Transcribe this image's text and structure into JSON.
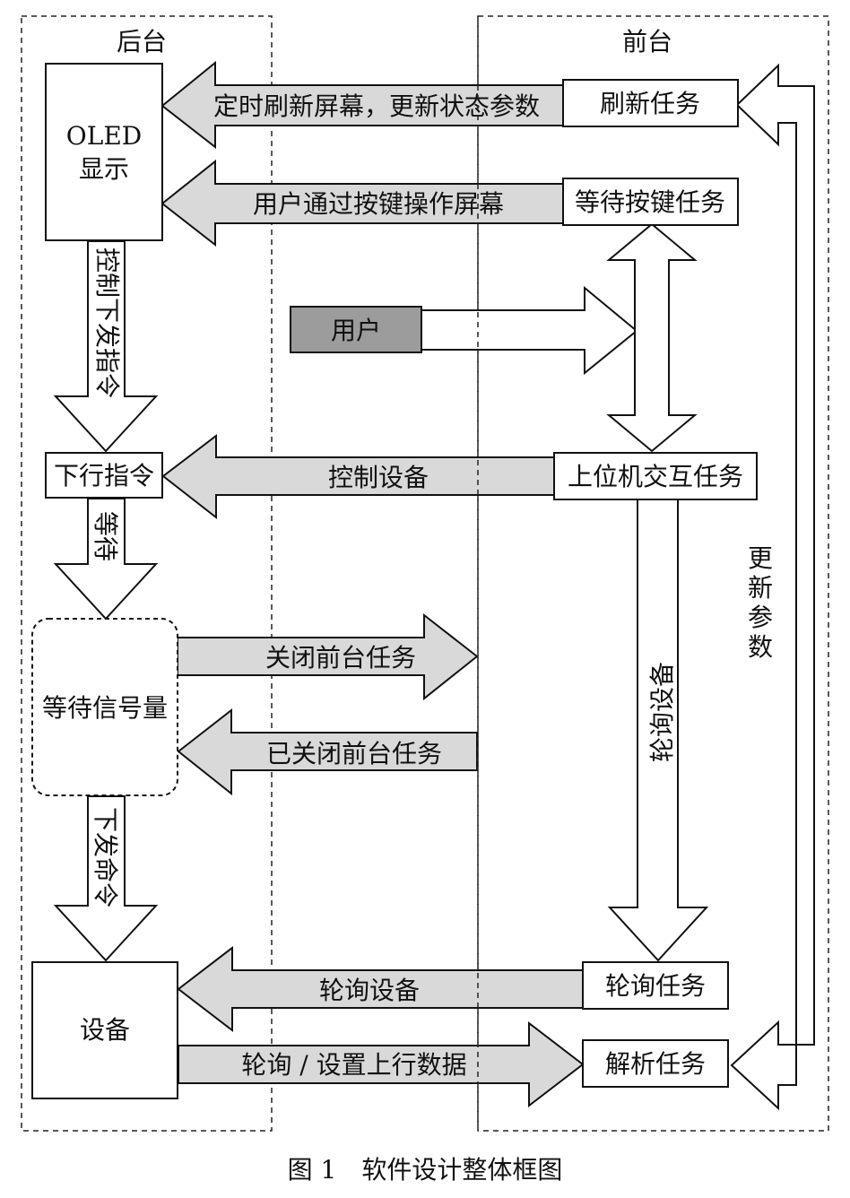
{
  "zones": {
    "backend_label": "后台",
    "frontend_label": "前台"
  },
  "boxes": {
    "oled_line1": "OLED",
    "oled_line2": "显示",
    "downlink_cmd": "下行指令",
    "wait_semaphore": "等待信号量",
    "device": "设备",
    "user": "用户",
    "refresh_task": "刷新任务",
    "wait_key_task": "等待按键任务",
    "host_task": "上位机交互任务",
    "poll_task": "轮询任务",
    "parse_task": "解析任务"
  },
  "arrows": {
    "refresh_screen": "定时刷新屏幕，更新状态参数",
    "key_operate": "用户通过按键操作屏幕",
    "control_issue": "控制下发指令",
    "control_device": "控制设备",
    "wait": "等待",
    "close_front": "关闭前台任务",
    "closed_front": "已关闭前台任务",
    "issue_command": "下发命令",
    "poll_device_vertical": "轮询设备",
    "update_params": "更新参数",
    "poll_device": "轮询设备",
    "poll_set_uplink": "轮询 / 设置上行数据"
  },
  "caption": "图 1　软件设计整体框图",
  "colors": {
    "gray_arrow": "#d9d9d9",
    "user_box": "#9c9c9c",
    "line": "#111111"
  }
}
